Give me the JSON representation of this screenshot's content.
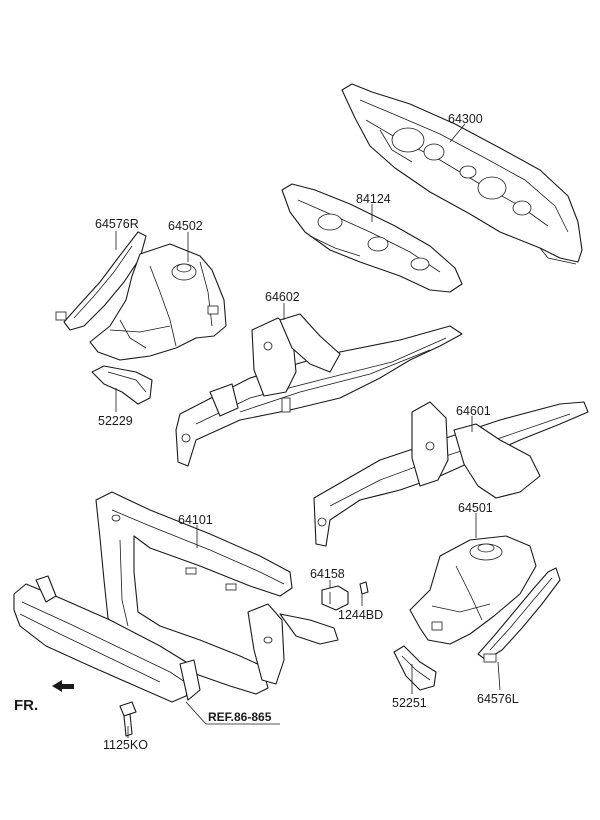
{
  "parts": {
    "p64300": "64300",
    "p84124": "84124",
    "p64576R": "64576R",
    "p64502": "64502",
    "p64602": "64602",
    "p52229": "52229",
    "p64601": "64601",
    "p64101": "64101",
    "p64501": "64501",
    "p64158": "64158",
    "p1244BD": "1244BD",
    "p52251": "52251",
    "p64576L": "64576L",
    "p1125KO": "1125KO"
  },
  "reference": "REF.86-865",
  "front_marker": "FR."
}
